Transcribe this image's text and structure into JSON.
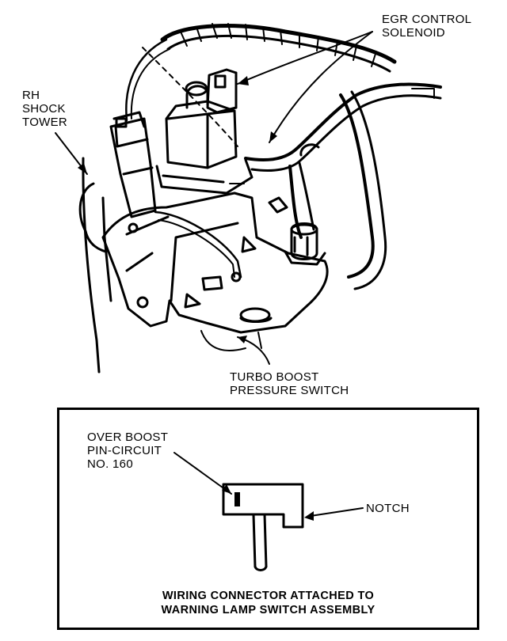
{
  "labels": {
    "egr_control_solenoid": [
      "EGR CONTROL",
      "SOLENOID"
    ],
    "rh_shock_tower": [
      "RH",
      "SHOCK",
      "TOWER"
    ],
    "turbo_boost_pressure_switch": [
      "TURBO BOOST",
      "PRESSURE SWITCH"
    ]
  },
  "inset": {
    "over_boost_pin": [
      "OVER BOOST",
      "PIN-CIRCUIT",
      "NO. 160"
    ],
    "notch": "NOTCH",
    "caption": [
      "WIRING CONNECTOR ATTACHED TO",
      "WARNING LAMP SWITCH ASSEMBLY"
    ]
  }
}
